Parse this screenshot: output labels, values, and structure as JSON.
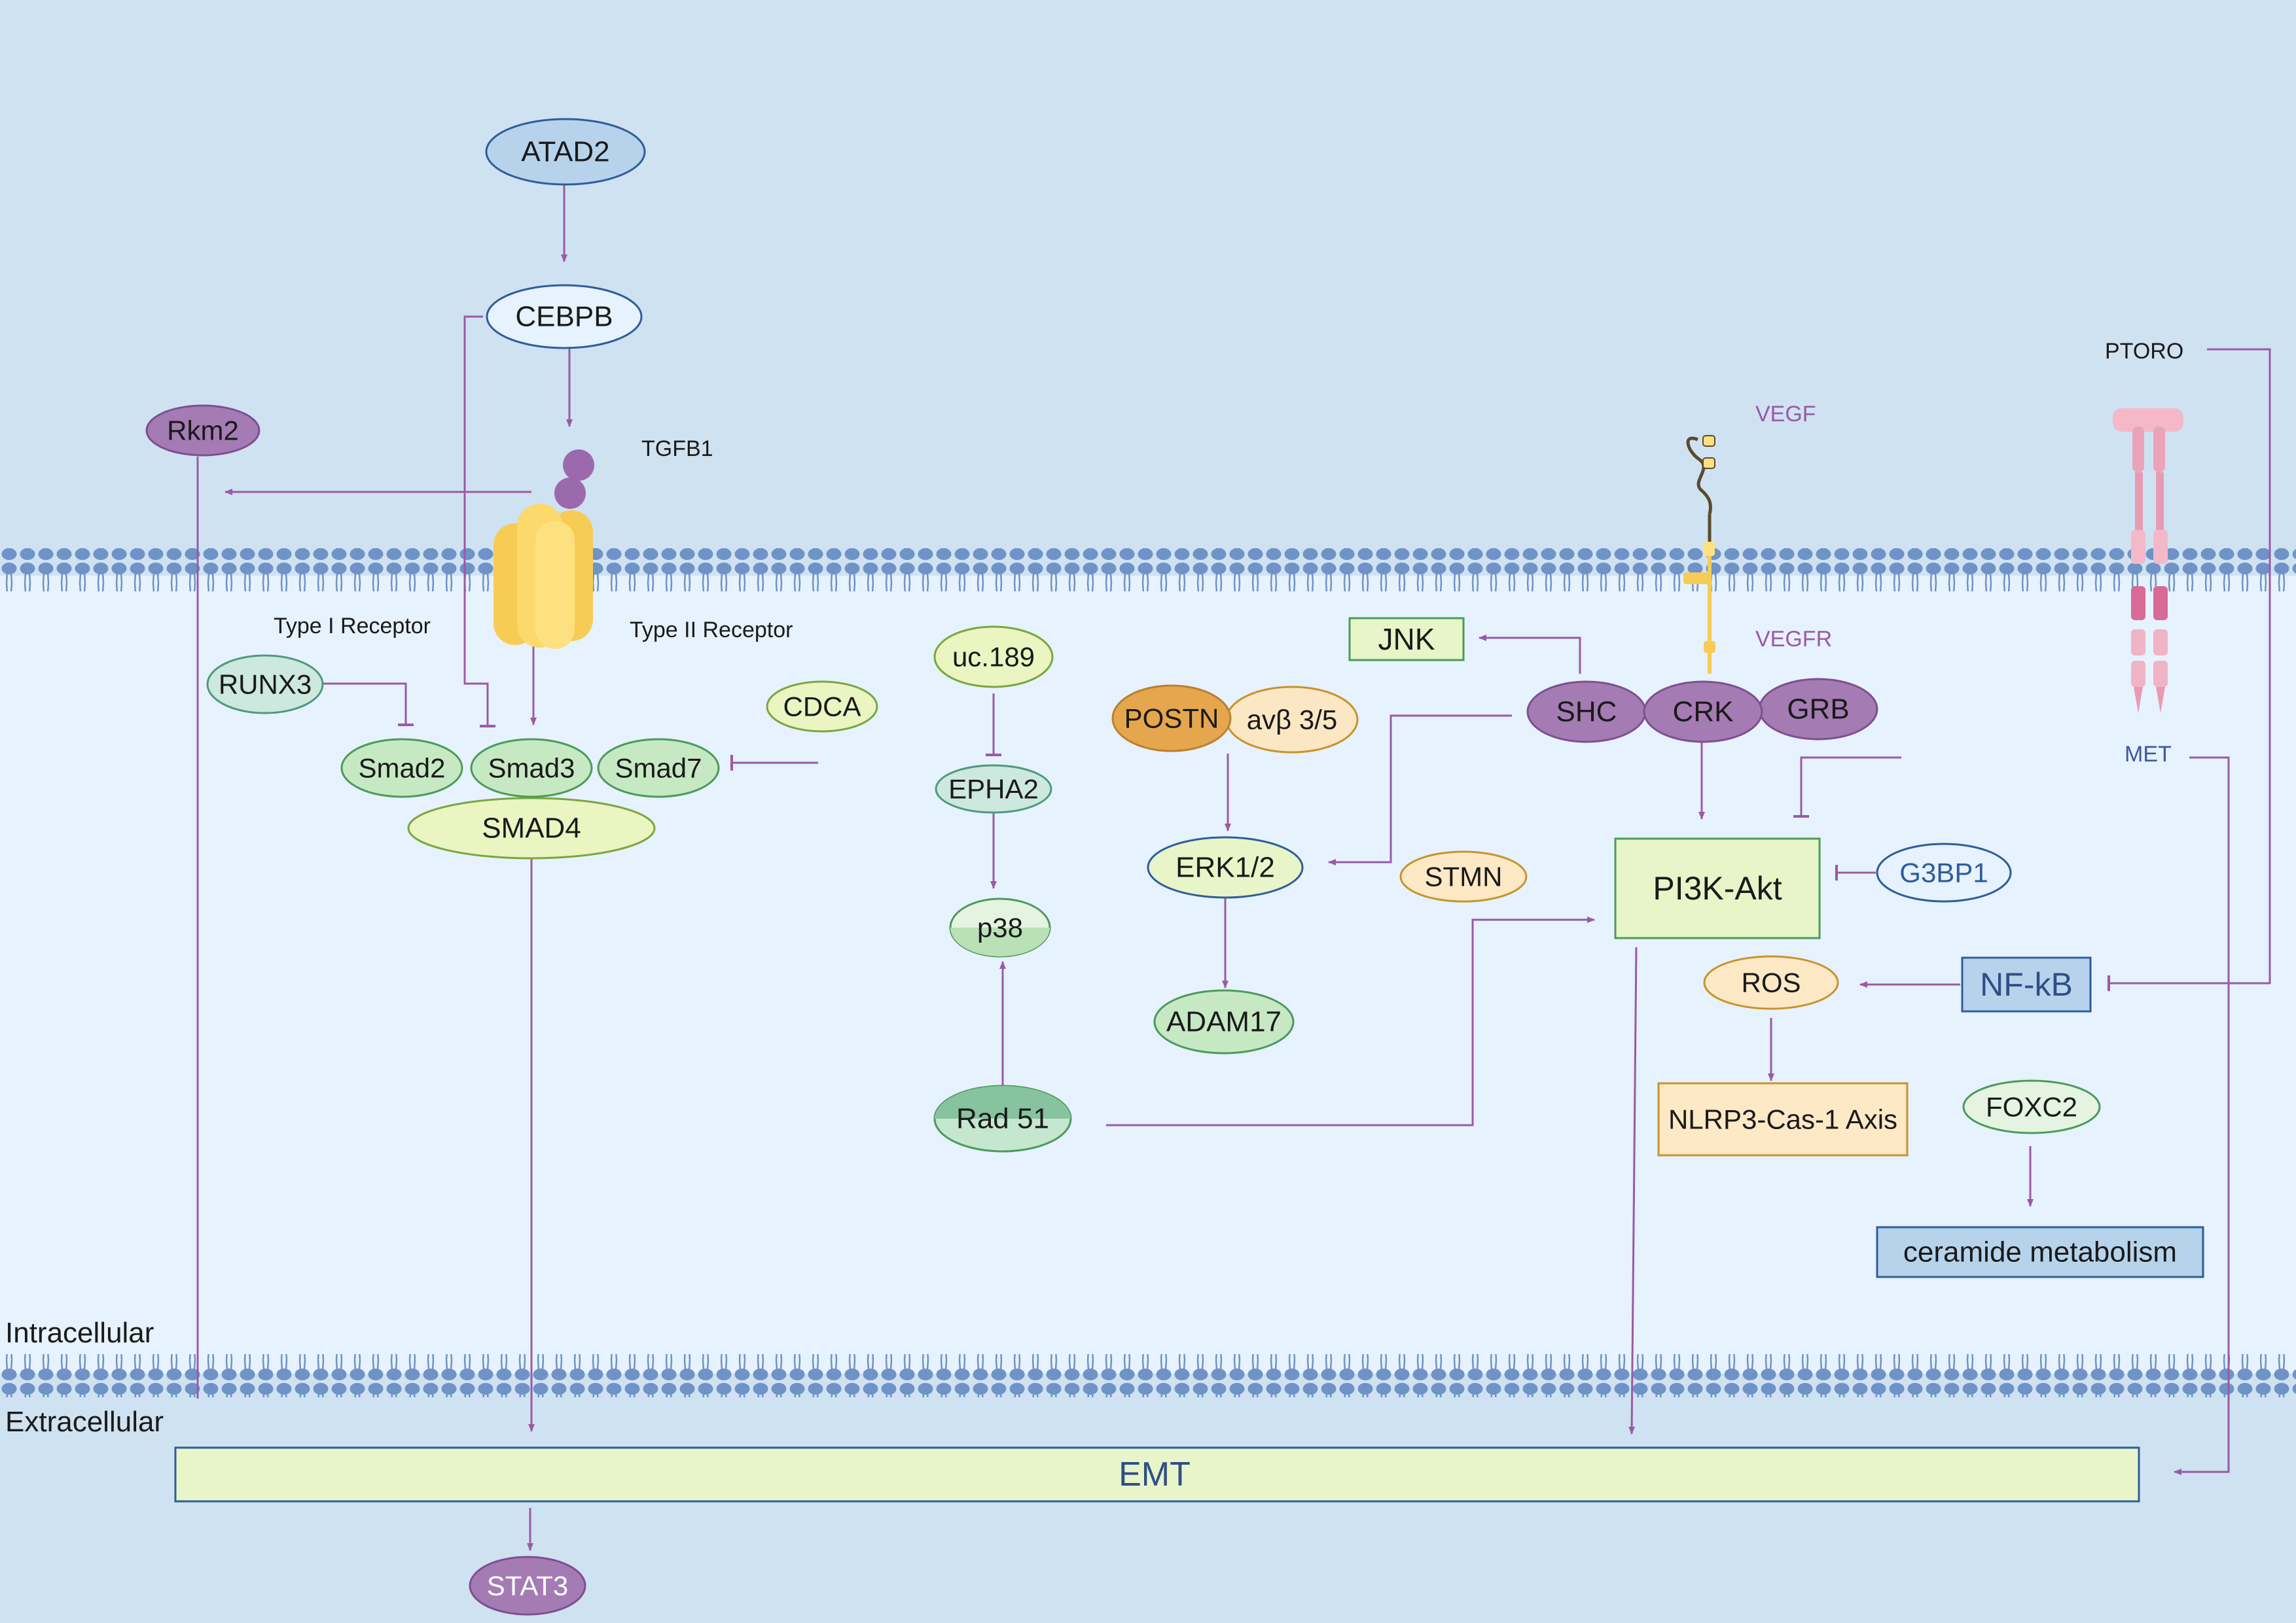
{
  "regions": {
    "intracellular": "Intracellular",
    "extracellular": "Extracellular"
  },
  "receptors": {
    "tgfb1": "TGFB1",
    "type1": "Type I Receptor",
    "type2": "Type II Receptor",
    "vegf": "VEGF",
    "vegfr": "VEGFR",
    "ptoro": "PTORO",
    "met": "MET"
  },
  "nodes": {
    "atad2": "ATAD2",
    "cebpb": "CEBPB",
    "rkm2": "Rkm2",
    "runx3": "RUNX3",
    "cdca": "CDCA",
    "smad2": "Smad2",
    "smad3": "Smad3",
    "smad7": "Smad7",
    "smad4": "SMAD4",
    "uc189": "uc.189",
    "epha2": "EPHA2",
    "p38": "p38",
    "rad51": "Rad 51",
    "postn": "POSTN",
    "avb35": "avβ 3/5",
    "erk12": "ERK1/2",
    "adam17": "ADAM17",
    "stmn": "STMN",
    "jnk": "JNK",
    "shc": "SHC",
    "crk": "CRK",
    "grb": "GRB",
    "pi3kakt": "PI3K-Akt",
    "g3bp1": "G3BP1",
    "ros": "ROS",
    "nfkb": "NF-kB",
    "nlrp3": "NLRP3-Cas-1 Axis",
    "foxc2": "FOXC2",
    "ceramide": "ceramide metabolism",
    "emt": "EMT",
    "stat3": "STAT3"
  },
  "colors": {
    "background_extracellular": "#cfe2f2",
    "background_intracellular": "#e6f2fd",
    "membrane": "#6f93c6",
    "arrow": "#9b59a6",
    "purple_node": "#a57bb3",
    "green_node": "#cdebc6",
    "receptor_yellow": "#fbd96a",
    "met_pink": "#eeb4c6",
    "emt_fill": "#e8f5c8"
  }
}
